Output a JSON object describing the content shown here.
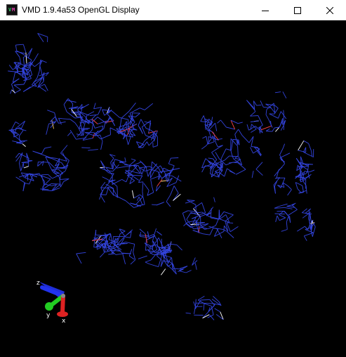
{
  "window": {
    "title": "VMD 1.9.4a53 OpenGL Display",
    "icon": "vmd-app-icon",
    "controls": {
      "minimize": "minimize-icon",
      "maximize": "maximize-icon",
      "close": "close-icon"
    }
  },
  "display": {
    "background": "#000000",
    "bond_color": "#3344dd",
    "highlight_colors": [
      "#ff4444",
      "#ffffff",
      "#ffcc55"
    ]
  },
  "axes": {
    "x": {
      "label": "x",
      "color": "#dd2222"
    },
    "y": {
      "label": "y",
      "color": "#22cc22"
    },
    "z": {
      "label": "z",
      "color": "#2233ee"
    }
  }
}
